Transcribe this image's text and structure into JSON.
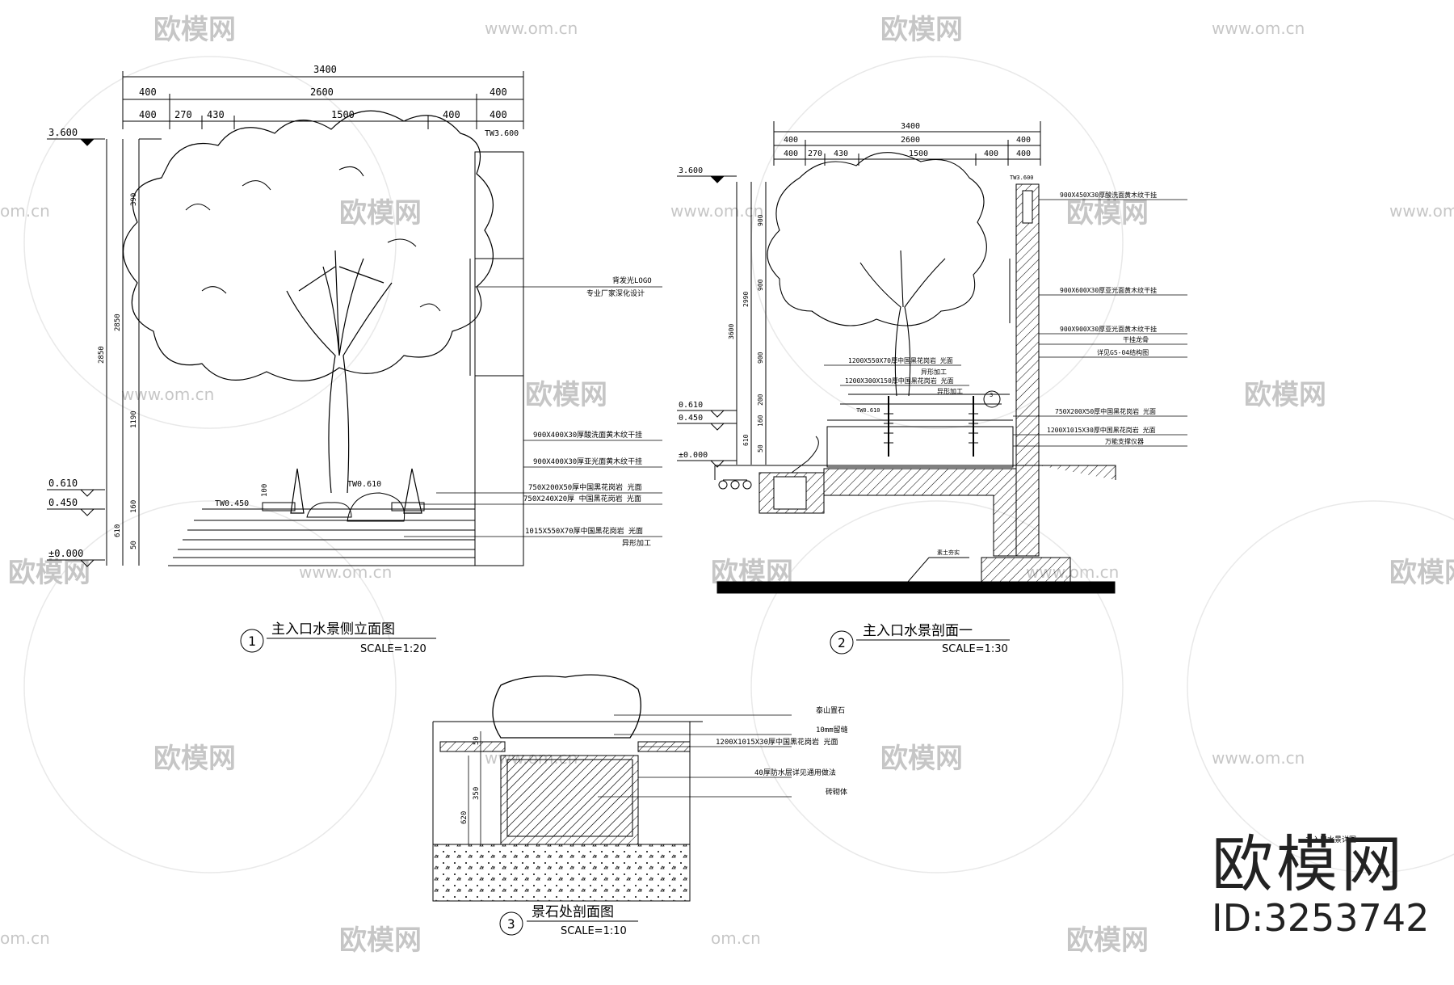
{
  "drawing1": {
    "title": "主入口水景侧立面图",
    "scale": "SCALE=1:20",
    "num": "1",
    "dims_top": [
      "3400"
    ],
    "dims_row2": [
      "400",
      "2600",
      "400"
    ],
    "dims_row3": [
      "400",
      "270",
      "430",
      "1500",
      "400",
      "400"
    ],
    "levels": [
      "3.600",
      "0.610",
      "0.450",
      "±0.000"
    ],
    "tw_marks": [
      "TW3.600",
      "TW0.450",
      "TW0.610"
    ],
    "vdims": [
      "2850",
      "2850",
      "1190",
      "160",
      "610",
      "50",
      "390",
      "100"
    ],
    "callouts": [
      "背发光LOGO",
      "专业厂家深化设计",
      "900X400X30厚酸洗面黄木纹干挂",
      "900X400X30厚亚光面黄木纹干挂",
      "750X200X50厚中国黑花岗岩 光面",
      "750X240X20厚 中国黑花岗岩 光面",
      "1015X550X70厚中国黑花岗岩 光面",
      "异形加工"
    ]
  },
  "drawing2": {
    "title": "主入口水景剖面一",
    "scale": "SCALE=1:30",
    "num": "2",
    "dims_top": [
      "3400"
    ],
    "dims_row2": [
      "400",
      "2600",
      "400"
    ],
    "dims_row3": [
      "400",
      "270",
      "430",
      "1500",
      "400",
      "400"
    ],
    "levels": [
      "3.600",
      "0.610",
      "0.450",
      "±0.000"
    ],
    "vdims": [
      "3600",
      "2990",
      "900",
      "900",
      "900",
      "200",
      "160",
      "610",
      "50"
    ],
    "callouts": [
      "900X450X30厚酸洗面黄木纹干挂",
      "900X600X30厚亚光面黄木纹干挂",
      "900X900X30厚亚光面黄木纹干挂",
      "干挂龙骨",
      "详见GS-04结构图",
      "1200X550X70厚中国黑花岗岩 光面",
      "异形加工",
      "1200X300X150厚中国黑花岗岩 光面",
      "异形加工",
      "750X200X50厚中国黑花岗岩 光面",
      "1200X1015X30厚中国黑花岗岩 光面",
      "万能支撑仪器"
    ],
    "tw_marks": [
      "TW3.600",
      "TW0.610"
    ],
    "small": [
      "素土夯实",
      "3"
    ]
  },
  "drawing3": {
    "title": "景石处剖面图",
    "scale": "SCALE=1:10",
    "num": "3",
    "vdims": [
      "50",
      "350",
      "620"
    ],
    "callouts": [
      "泰山置石",
      "10mm留缝",
      "1200X1015X30厚中国黑花岗岩 光面",
      "40厚防水层详见通用做法",
      "砖砌体"
    ]
  },
  "watermark": {
    "text": "欧模网",
    "url": "www.om.cn",
    "url_short": "om.cn"
  },
  "brand": {
    "logo": "欧模网",
    "id": "ID:3253742",
    "small_title": "主入口水景详图"
  }
}
